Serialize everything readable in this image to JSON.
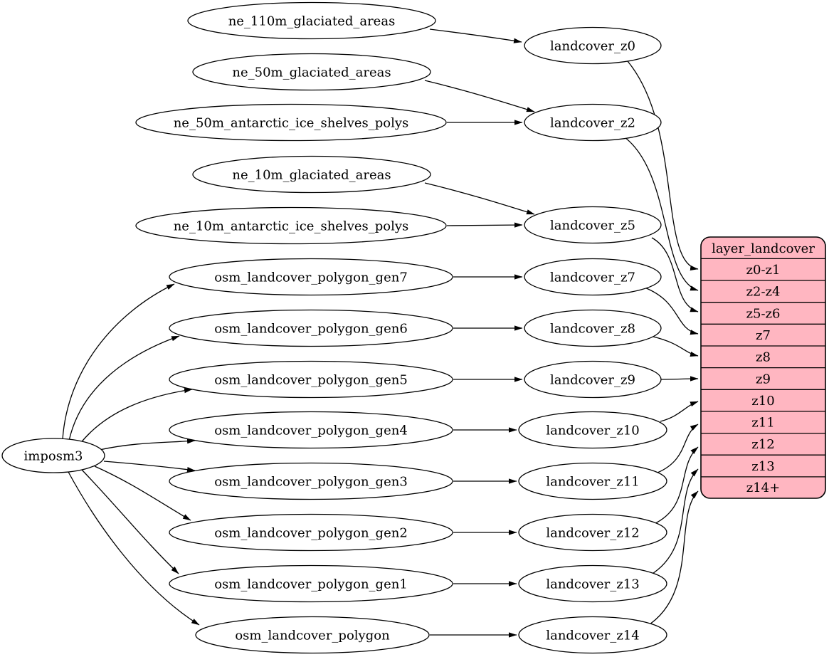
{
  "diagram": {
    "type": "graphviz-digraph",
    "colors": {
      "background": "#ffffff",
      "node_fill": "#ffffff",
      "node_stroke": "#000000",
      "edge": "#000000",
      "record_fill": "#ffb6c1"
    },
    "nodes": {
      "imposm3": "imposm3",
      "ne_110m_glaciated_areas": "ne_110m_glaciated_areas",
      "ne_50m_glaciated_areas": "ne_50m_glaciated_areas",
      "ne_50m_antarctic_ice_shelves_polys": "ne_50m_antarctic_ice_shelves_polys",
      "ne_10m_glaciated_areas": "ne_10m_glaciated_areas",
      "ne_10m_antarctic_ice_shelves_polys": "ne_10m_antarctic_ice_shelves_polys",
      "osm_landcover_polygon_gen7": "osm_landcover_polygon_gen7",
      "osm_landcover_polygon_gen6": "osm_landcover_polygon_gen6",
      "osm_landcover_polygon_gen5": "osm_landcover_polygon_gen5",
      "osm_landcover_polygon_gen4": "osm_landcover_polygon_gen4",
      "osm_landcover_polygon_gen3": "osm_landcover_polygon_gen3",
      "osm_landcover_polygon_gen2": "osm_landcover_polygon_gen2",
      "osm_landcover_polygon_gen1": "osm_landcover_polygon_gen1",
      "osm_landcover_polygon": "osm_landcover_polygon",
      "landcover_z0": "landcover_z0",
      "landcover_z2": "landcover_z2",
      "landcover_z5": "landcover_z5",
      "landcover_z7": "landcover_z7",
      "landcover_z8": "landcover_z8",
      "landcover_z9": "landcover_z9",
      "landcover_z10": "landcover_z10",
      "landcover_z11": "landcover_z11",
      "landcover_z12": "landcover_z12",
      "landcover_z13": "landcover_z13",
      "landcover_z14": "landcover_z14"
    },
    "record": {
      "title": "layer_landcover",
      "rows": [
        "z0-z1",
        "z2-z4",
        "z5-z6",
        "z7",
        "z8",
        "z9",
        "z10",
        "z11",
        "z12",
        "z13",
        "z14+"
      ]
    },
    "edges": [
      {
        "from": "imposm3",
        "to": "osm_landcover_polygon_gen7"
      },
      {
        "from": "imposm3",
        "to": "osm_landcover_polygon_gen6"
      },
      {
        "from": "imposm3",
        "to": "osm_landcover_polygon_gen5"
      },
      {
        "from": "imposm3",
        "to": "osm_landcover_polygon_gen4"
      },
      {
        "from": "imposm3",
        "to": "osm_landcover_polygon_gen3"
      },
      {
        "from": "imposm3",
        "to": "osm_landcover_polygon_gen2"
      },
      {
        "from": "imposm3",
        "to": "osm_landcover_polygon_gen1"
      },
      {
        "from": "imposm3",
        "to": "osm_landcover_polygon"
      },
      {
        "from": "ne_110m_glaciated_areas",
        "to": "landcover_z0"
      },
      {
        "from": "ne_50m_glaciated_areas",
        "to": "landcover_z2"
      },
      {
        "from": "ne_50m_antarctic_ice_shelves_polys",
        "to": "landcover_z2"
      },
      {
        "from": "ne_10m_glaciated_areas",
        "to": "landcover_z5"
      },
      {
        "from": "ne_10m_antarctic_ice_shelves_polys",
        "to": "landcover_z5"
      },
      {
        "from": "osm_landcover_polygon_gen7",
        "to": "landcover_z7"
      },
      {
        "from": "osm_landcover_polygon_gen6",
        "to": "landcover_z8"
      },
      {
        "from": "osm_landcover_polygon_gen5",
        "to": "landcover_z9"
      },
      {
        "from": "osm_landcover_polygon_gen4",
        "to": "landcover_z10"
      },
      {
        "from": "osm_landcover_polygon_gen3",
        "to": "landcover_z11"
      },
      {
        "from": "osm_landcover_polygon_gen2",
        "to": "landcover_z12"
      },
      {
        "from": "osm_landcover_polygon_gen1",
        "to": "landcover_z13"
      },
      {
        "from": "osm_landcover_polygon",
        "to": "landcover_z14"
      },
      {
        "from": "landcover_z0",
        "to": "layer_landcover",
        "to_row": "z0-z1"
      },
      {
        "from": "landcover_z2",
        "to": "layer_landcover",
        "to_row": "z2-z4"
      },
      {
        "from": "landcover_z5",
        "to": "layer_landcover",
        "to_row": "z5-z6"
      },
      {
        "from": "landcover_z7",
        "to": "layer_landcover",
        "to_row": "z7"
      },
      {
        "from": "landcover_z8",
        "to": "layer_landcover",
        "to_row": "z8"
      },
      {
        "from": "landcover_z9",
        "to": "layer_landcover",
        "to_row": "z9"
      },
      {
        "from": "landcover_z10",
        "to": "layer_landcover",
        "to_row": "z10"
      },
      {
        "from": "landcover_z11",
        "to": "layer_landcover",
        "to_row": "z11"
      },
      {
        "from": "landcover_z12",
        "to": "layer_landcover",
        "to_row": "z12"
      },
      {
        "from": "landcover_z13",
        "to": "layer_landcover",
        "to_row": "z13"
      },
      {
        "from": "landcover_z14",
        "to": "layer_landcover",
        "to_row": "z14+"
      }
    ]
  }
}
